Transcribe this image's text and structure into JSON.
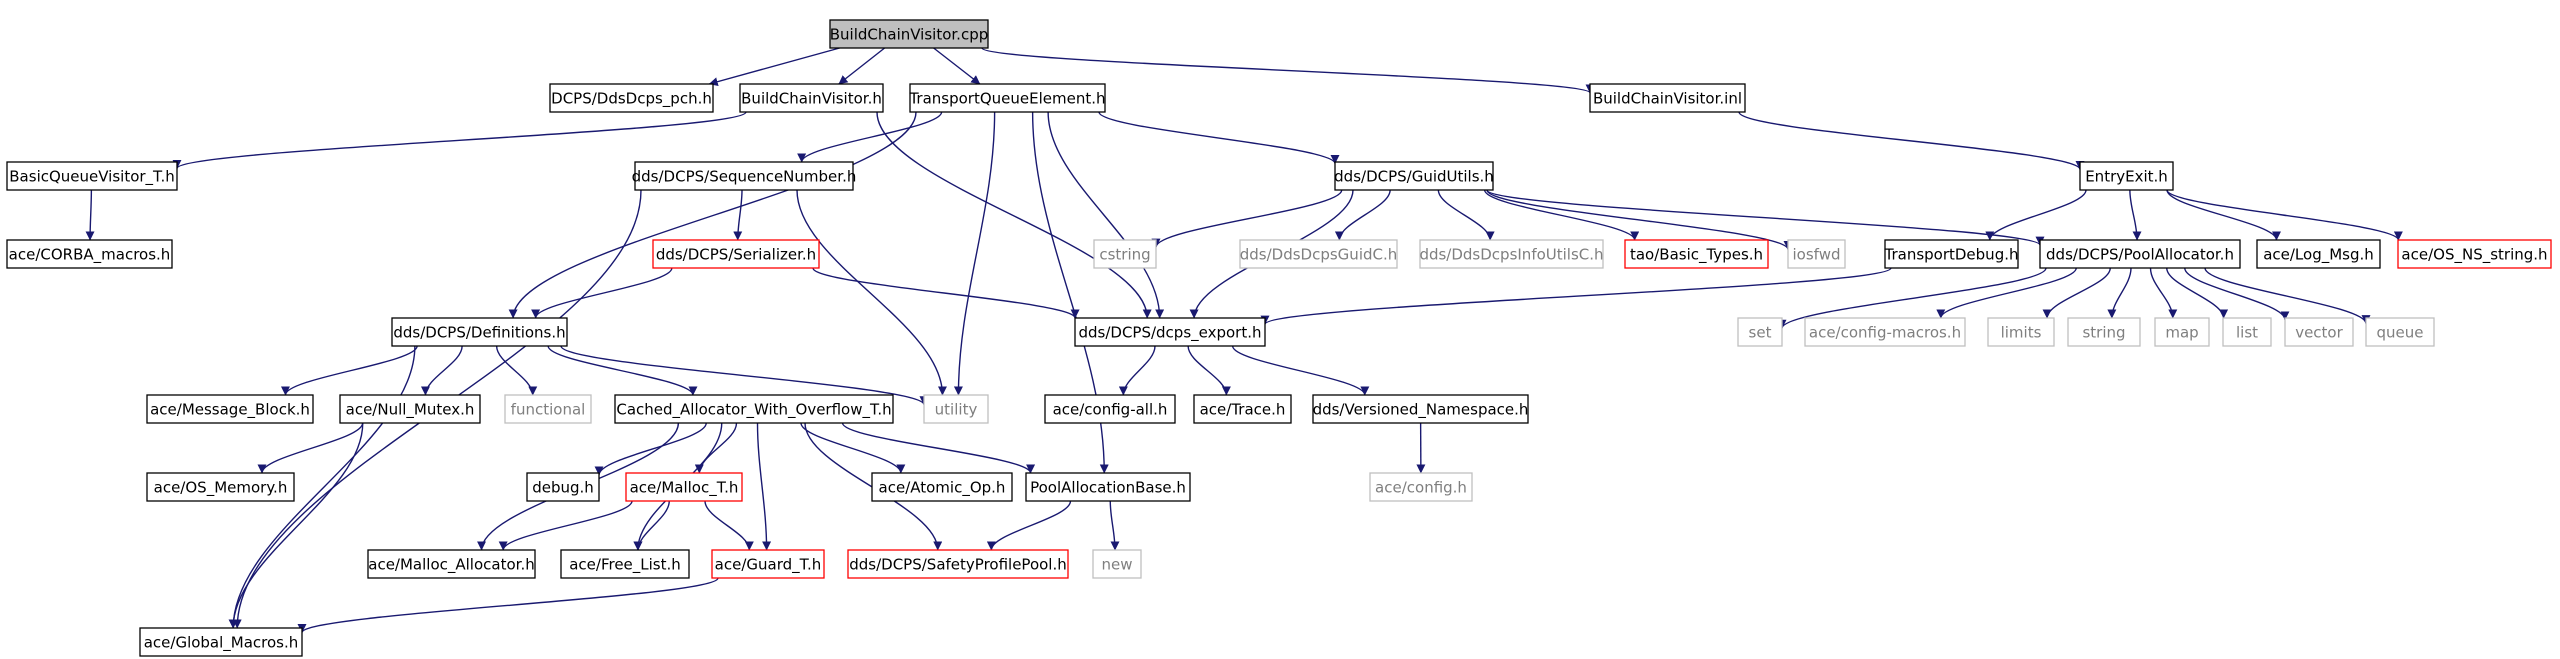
{
  "colors": {
    "edge": "#191970",
    "border_normal": "#000000",
    "border_missing": "#bfbfbf",
    "border_truncated": "#ff0000",
    "root_fill": "#bfbfbf",
    "text_normal": "#000000",
    "text_missing": "#7f7f7f"
  },
  "nodes": [
    {
      "id": "root",
      "label": "BuildChainVisitor.cpp",
      "style": "root"
    },
    {
      "id": "pch",
      "label": "DCPS/DdsDcps_pch.h",
      "style": "normal"
    },
    {
      "id": "bcv",
      "label": "BuildChainVisitor.h",
      "style": "normal"
    },
    {
      "id": "tqe",
      "label": "TransportQueueElement.h",
      "style": "normal"
    },
    {
      "id": "inl",
      "label": "BuildChainVisitor.inl",
      "style": "normal"
    },
    {
      "id": "bqv",
      "label": "BasicQueueVisitor_T.h",
      "style": "normal"
    },
    {
      "id": "corba",
      "label": "ace/CORBA_macros.h",
      "style": "normal"
    },
    {
      "id": "seq",
      "label": "dds/DCPS/SequenceNumber.h",
      "style": "normal"
    },
    {
      "id": "guid",
      "label": "dds/DCPS/GuidUtils.h",
      "style": "normal"
    },
    {
      "id": "entry",
      "label": "EntryExit.h",
      "style": "normal"
    },
    {
      "id": "ser",
      "label": "dds/DCPS/Serializer.h",
      "style": "truncated"
    },
    {
      "id": "cstring",
      "label": "cstring",
      "style": "missing"
    },
    {
      "id": "guidc",
      "label": "dds/DdsDcpsGuidC.h",
      "style": "missing"
    },
    {
      "id": "infoc",
      "label": "dds/DdsDcpsInfoUtilsC.h",
      "style": "missing"
    },
    {
      "id": "basic",
      "label": "tao/Basic_Types.h",
      "style": "truncated"
    },
    {
      "id": "iosfwd",
      "label": "iosfwd",
      "style": "missing"
    },
    {
      "id": "tdbg",
      "label": "TransportDebug.h",
      "style": "normal"
    },
    {
      "id": "pool",
      "label": "dds/DCPS/PoolAllocator.h",
      "style": "normal"
    },
    {
      "id": "logmsg",
      "label": "ace/Log_Msg.h",
      "style": "normal"
    },
    {
      "id": "osns",
      "label": "ace/OS_NS_string.h",
      "style": "truncated"
    },
    {
      "id": "defs",
      "label": "dds/DCPS/Definitions.h",
      "style": "normal"
    },
    {
      "id": "export",
      "label": "dds/DCPS/dcps_export.h",
      "style": "normal"
    },
    {
      "id": "set",
      "label": "set",
      "style": "missing"
    },
    {
      "id": "cfgmac",
      "label": "ace/config-macros.h",
      "style": "missing"
    },
    {
      "id": "limits",
      "label": "limits",
      "style": "missing"
    },
    {
      "id": "string",
      "label": "string",
      "style": "missing"
    },
    {
      "id": "map",
      "label": "map",
      "style": "missing"
    },
    {
      "id": "list",
      "label": "list",
      "style": "missing"
    },
    {
      "id": "vector",
      "label": "vector",
      "style": "missing"
    },
    {
      "id": "queue",
      "label": "queue",
      "style": "missing"
    },
    {
      "id": "msgblk",
      "label": "ace/Message_Block.h",
      "style": "normal"
    },
    {
      "id": "nullmx",
      "label": "ace/Null_Mutex.h",
      "style": "normal"
    },
    {
      "id": "functional",
      "label": "functional",
      "style": "missing"
    },
    {
      "id": "cached",
      "label": "Cached_Allocator_With_Overflow_T.h",
      "style": "normal"
    },
    {
      "id": "utility",
      "label": "utility",
      "style": "missing"
    },
    {
      "id": "cfgall",
      "label": "ace/config-all.h",
      "style": "normal"
    },
    {
      "id": "trace",
      "label": "ace/Trace.h",
      "style": "normal"
    },
    {
      "id": "vns",
      "label": "dds/Versioned_Namespace.h",
      "style": "normal"
    },
    {
      "id": "osmem",
      "label": "ace/OS_Memory.h",
      "style": "normal"
    },
    {
      "id": "debug",
      "label": "debug.h",
      "style": "normal"
    },
    {
      "id": "malloc",
      "label": "ace/Malloc_T.h",
      "style": "truncated"
    },
    {
      "id": "atomic",
      "label": "ace/Atomic_Op.h",
      "style": "normal"
    },
    {
      "id": "pab",
      "label": "PoolAllocationBase.h",
      "style": "normal"
    },
    {
      "id": "config",
      "label": "ace/config.h",
      "style": "missing"
    },
    {
      "id": "mallocalloc",
      "label": "ace/Malloc_Allocator.h",
      "style": "normal"
    },
    {
      "id": "freelist",
      "label": "ace/Free_List.h",
      "style": "normal"
    },
    {
      "id": "guard",
      "label": "ace/Guard_T.h",
      "style": "truncated"
    },
    {
      "id": "safety",
      "label": "dds/DCPS/SafetyProfilePool.h",
      "style": "truncated"
    },
    {
      "id": "new",
      "label": "new",
      "style": "missing"
    },
    {
      "id": "global",
      "label": "ace/Global_Macros.h",
      "style": "normal"
    }
  ],
  "edges": [
    [
      "root",
      "pch"
    ],
    [
      "root",
      "bcv"
    ],
    [
      "root",
      "tqe"
    ],
    [
      "root",
      "inl"
    ],
    [
      "bcv",
      "bqv"
    ],
    [
      "bcv",
      "export"
    ],
    [
      "bqv",
      "corba"
    ],
    [
      "tqe",
      "seq"
    ],
    [
      "tqe",
      "guid"
    ],
    [
      "tqe",
      "defs"
    ],
    [
      "tqe",
      "export"
    ],
    [
      "tqe",
      "utility"
    ],
    [
      "tqe",
      "pab"
    ],
    [
      "inl",
      "entry"
    ],
    [
      "seq",
      "ser"
    ],
    [
      "seq",
      "global"
    ],
    [
      "seq",
      "utility"
    ],
    [
      "guid",
      "cstring"
    ],
    [
      "guid",
      "guidc"
    ],
    [
      "guid",
      "infoc"
    ],
    [
      "guid",
      "basic"
    ],
    [
      "guid",
      "iosfwd"
    ],
    [
      "guid",
      "export"
    ],
    [
      "guid",
      "pool"
    ],
    [
      "entry",
      "tdbg"
    ],
    [
      "entry",
      "pool"
    ],
    [
      "entry",
      "logmsg"
    ],
    [
      "entry",
      "osns"
    ],
    [
      "tdbg",
      "export"
    ],
    [
      "ser",
      "defs"
    ],
    [
      "ser",
      "export"
    ],
    [
      "pool",
      "set"
    ],
    [
      "pool",
      "cfgmac"
    ],
    [
      "pool",
      "limits"
    ],
    [
      "pool",
      "string"
    ],
    [
      "pool",
      "map"
    ],
    [
      "pool",
      "list"
    ],
    [
      "pool",
      "vector"
    ],
    [
      "pool",
      "queue"
    ],
    [
      "defs",
      "msgblk"
    ],
    [
      "defs",
      "nullmx"
    ],
    [
      "defs",
      "functional"
    ],
    [
      "defs",
      "cached"
    ],
    [
      "defs",
      "utility"
    ],
    [
      "defs",
      "global"
    ],
    [
      "export",
      "cfgall"
    ],
    [
      "export",
      "trace"
    ],
    [
      "export",
      "vns"
    ],
    [
      "vns",
      "config"
    ],
    [
      "nullmx",
      "osmem"
    ],
    [
      "nullmx",
      "global"
    ],
    [
      "cached",
      "debug"
    ],
    [
      "cached",
      "malloc"
    ],
    [
      "cached",
      "atomic"
    ],
    [
      "cached",
      "pab"
    ],
    [
      "cached",
      "mallocalloc"
    ],
    [
      "cached",
      "freelist"
    ],
    [
      "cached",
      "guard"
    ],
    [
      "cached",
      "safety"
    ],
    [
      "malloc",
      "mallocalloc"
    ],
    [
      "malloc",
      "freelist"
    ],
    [
      "malloc",
      "guard"
    ],
    [
      "guard",
      "global"
    ],
    [
      "pab",
      "safety"
    ],
    [
      "pab",
      "new"
    ]
  ]
}
